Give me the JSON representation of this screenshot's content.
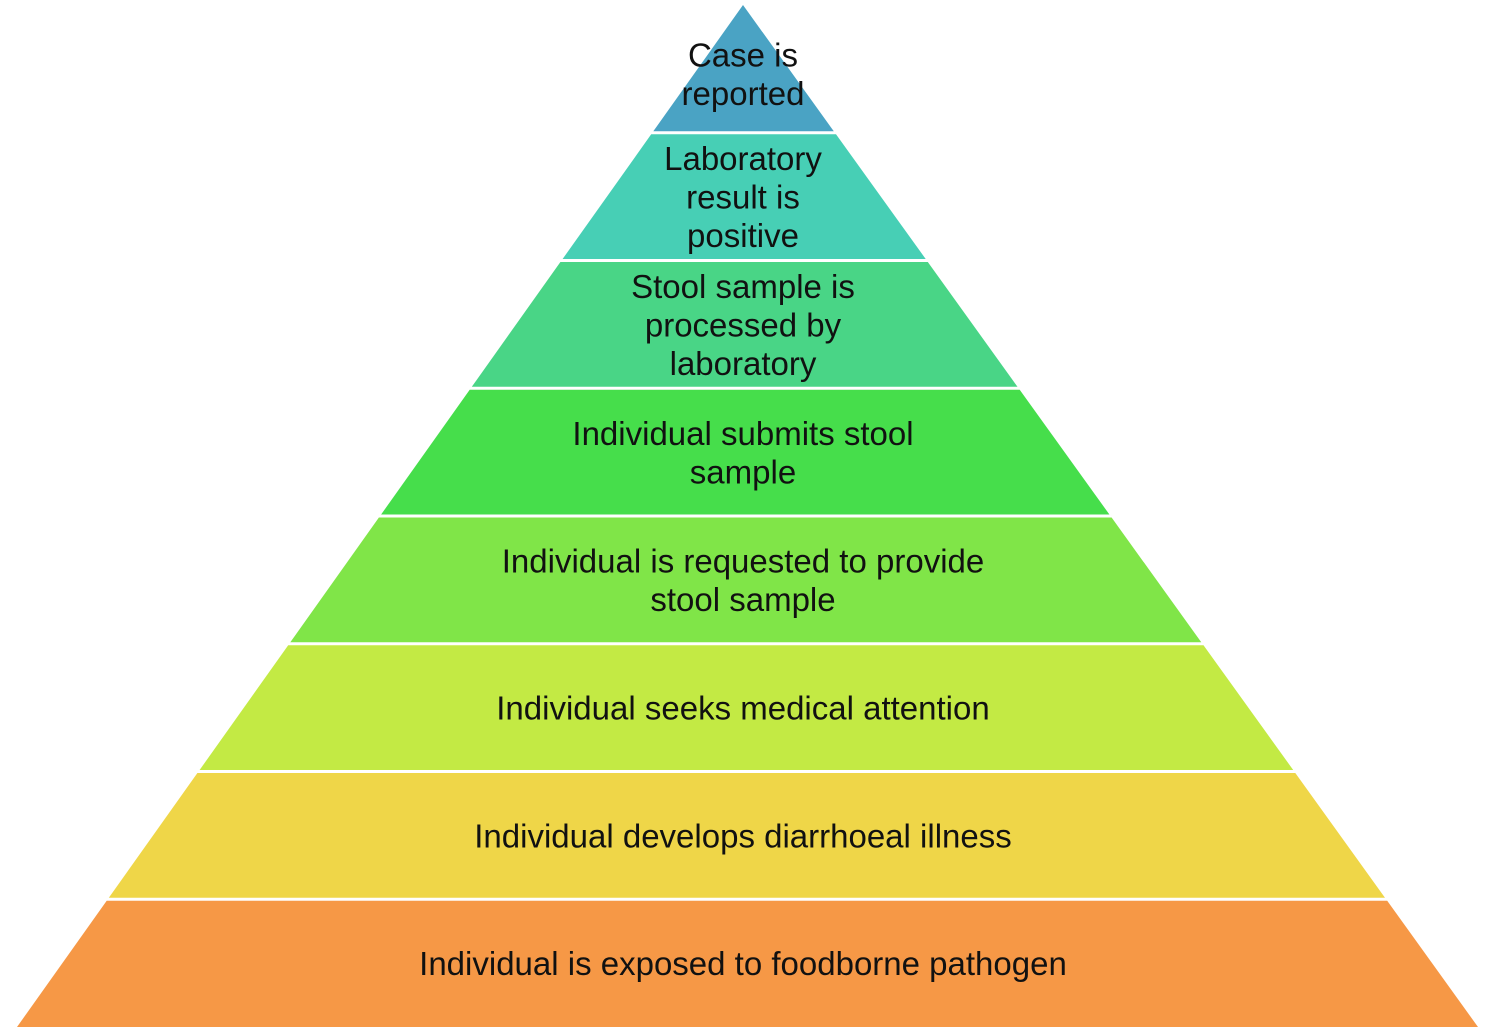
{
  "pyramid": {
    "tiers": [
      {
        "lines": [
          "Case is",
          "reported"
        ],
        "color": "#4AA3C4"
      },
      {
        "lines": [
          "Laboratory",
          "result is",
          "positive"
        ],
        "color": "#47CFB5"
      },
      {
        "lines": [
          "Stool sample is",
          "processed by",
          "laboratory"
        ],
        "color": "#49D586"
      },
      {
        "lines": [
          "Individual submits stool",
          "sample"
        ],
        "color": "#46DE4B"
      },
      {
        "lines": [
          "Individual is requested to provide",
          "stool sample"
        ],
        "color": "#80E548"
      },
      {
        "lines": [
          "Individual seeks medical attention"
        ],
        "color": "#C3EA44"
      },
      {
        "lines": [
          "Individual develops diarrhoeal illness"
        ],
        "color": "#EFD648"
      },
      {
        "lines": [
          "Individual is exposed to foodborne pathogen"
        ],
        "color": "#F69846"
      }
    ]
  }
}
